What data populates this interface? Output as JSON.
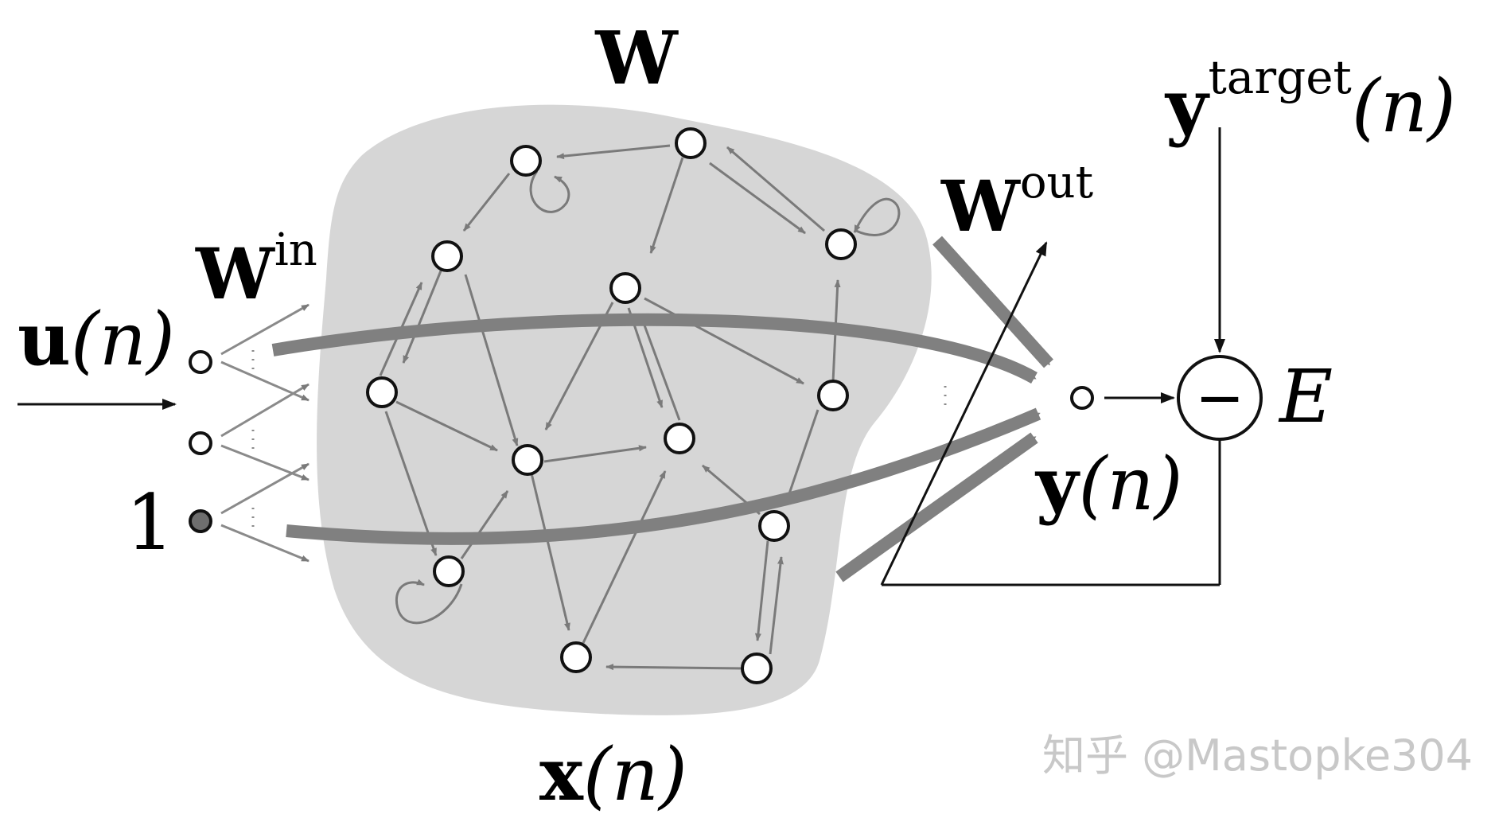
{
  "labels": {
    "W": "W",
    "W_in_base": "W",
    "W_in_sup": "in",
    "W_out_base": "W",
    "W_out_sup": "out",
    "u_base": "u",
    "u_arg": "(n)",
    "one": "1",
    "x_base": "x",
    "x_arg": "(n)",
    "y_base": "y",
    "y_arg": "(n)",
    "y_target_base": "y",
    "y_target_sup": "target",
    "y_target_arg": "(n)",
    "minus": "−",
    "E": "E"
  },
  "watermark": "知乎 @Mastopke304",
  "colors": {
    "reservoir_fill": "#d6d6d6",
    "edge_gray": "#7a7a7a",
    "line_black": "#111111",
    "bias_node_fill": "#6e6e6e"
  }
}
